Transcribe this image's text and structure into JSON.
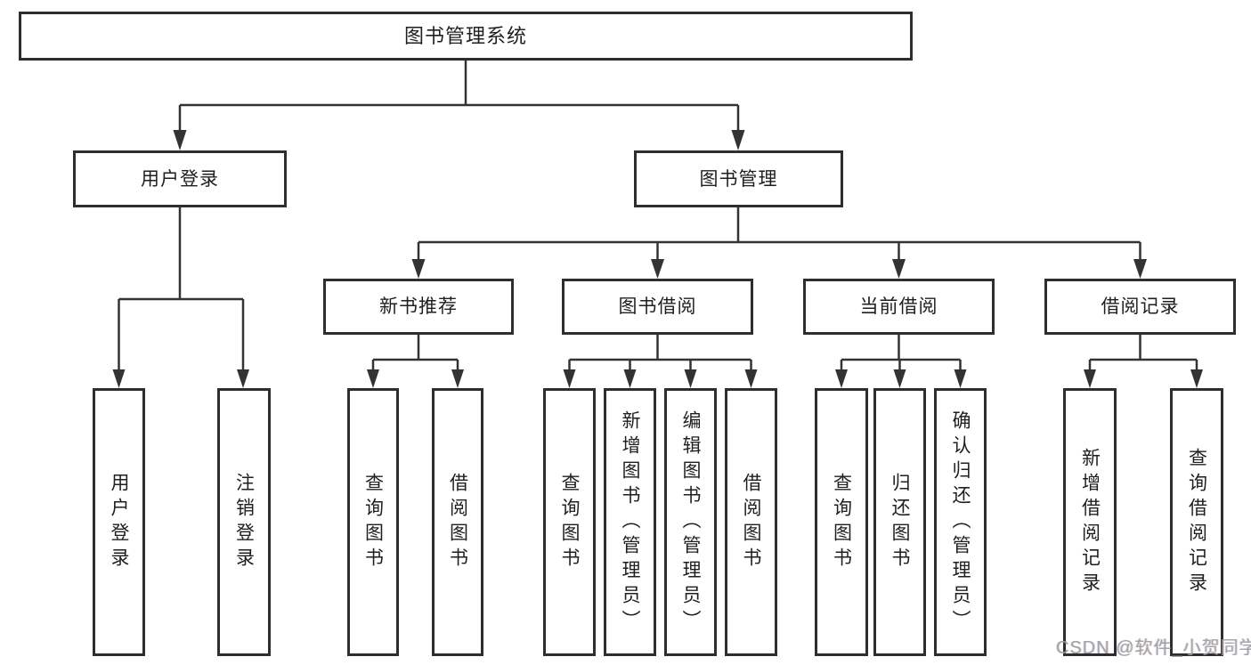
{
  "diagram": {
    "root": {
      "label": "图书管理系统"
    },
    "branches": {
      "user_login": {
        "label": "用户登录"
      },
      "book_mgmt": {
        "label": "图书管理"
      }
    },
    "modules": {
      "new_book_rec": {
        "label": "新书推荐"
      },
      "book_borrow": {
        "label": "图书借阅"
      },
      "current_borrow": {
        "label": "当前借阅"
      },
      "borrow_records": {
        "label": "借阅记录"
      }
    },
    "leaves": {
      "user_login_leaf": {
        "label": "用户登录"
      },
      "logout": {
        "label": "注销登录"
      },
      "nb_query": {
        "label": "查询图书"
      },
      "nb_borrow": {
        "label": "借阅图书"
      },
      "bb_query": {
        "label": "查询图书"
      },
      "bb_add": {
        "label": "新增图书（管理员）"
      },
      "bb_edit": {
        "label": "编辑图书（管理员）"
      },
      "bb_borrow": {
        "label": "借阅图书"
      },
      "cb_query": {
        "label": "查询图书"
      },
      "cb_return": {
        "label": "归还图书"
      },
      "cb_confirm": {
        "label": "确认归还（管理员）"
      },
      "br_add": {
        "label": "新增借阅记录"
      },
      "br_query": {
        "label": "查询借阅记录"
      }
    }
  },
  "watermark": {
    "text": "CSDN @软件_小贺同学"
  },
  "colors": {
    "line": "#333333",
    "border": "#2e2e2e",
    "text": "#1f1f1f",
    "watermark": "#9e9ea0",
    "background": "#ffffff"
  }
}
